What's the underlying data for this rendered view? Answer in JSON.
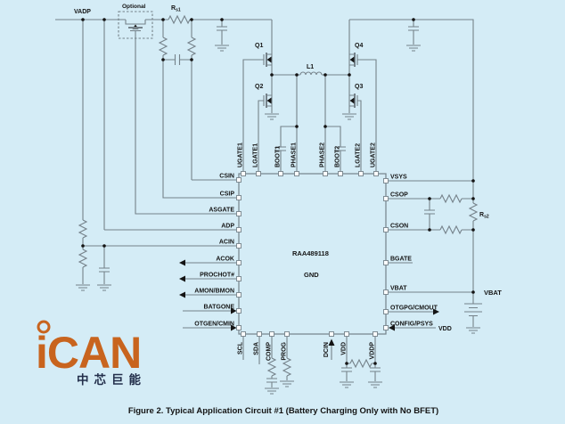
{
  "figure": {
    "caption": "Figure 2. Typical Application Circuit #1 (Battery Charging Only with No BFET)"
  },
  "ic": {
    "part_number": "RAA489118",
    "ground_label": "GND",
    "pins": {
      "top": [
        "UGATE1",
        "LGATE1",
        "BOOT1",
        "PHASE1",
        "PHASE2",
        "BOOT2",
        "LGATE2",
        "UGATE2"
      ],
      "left": [
        "CSIN",
        "CSIP",
        "ASGATE",
        "ADP",
        "ACIN",
        "ACOK",
        "PROCHOT#",
        "AMON/BMON",
        "BATGONE",
        "OTGEN/CMIN"
      ],
      "right": [
        "VSYS",
        "CSOP",
        "CSON",
        "BGATE",
        "VBAT",
        "OTGPG/CMOUT",
        "CONFIG/PSYS"
      ],
      "bottom": [
        "SCL",
        "SDA",
        "COMP",
        "PROG",
        "DCIN",
        "VDD",
        "VDDP"
      ]
    }
  },
  "components": {
    "q1": "Q1",
    "q2": "Q2",
    "q3": "Q3",
    "q4": "Q4",
    "l1": "L1",
    "rs1": {
      "main": "R",
      "sub": "s1"
    },
    "rs2": {
      "main": "R",
      "sub": "s2"
    },
    "optional": "Optional"
  },
  "nets": {
    "vadp": "VADP",
    "vbat": "VBAT",
    "vdd": "VDD"
  },
  "logo": {
    "wordmark": "iCAN",
    "cjk": "中芯巨能"
  },
  "colors": {
    "background": "#d4ecf6",
    "wire": "#75828a",
    "ink": "#141414",
    "logo-orange": "#c8641e",
    "logo-dark": "#232f4b"
  }
}
